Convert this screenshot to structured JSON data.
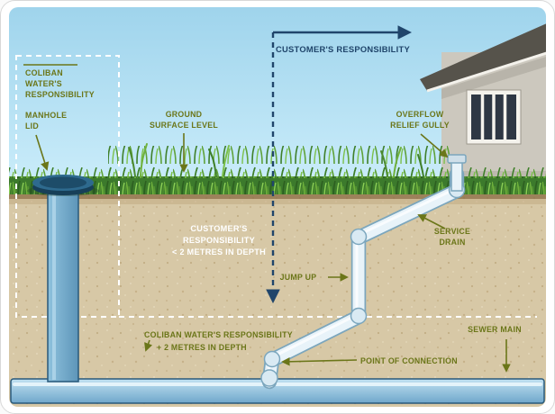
{
  "palette": {
    "sky": "#b5e1f3",
    "grass": "#3c7a2c",
    "soil": "#d7c8a6",
    "pipe_blue": "#7fb3d4",
    "pipe_light": "#e8f3f9",
    "label_olive": "#6b7619",
    "label_navy": "#20456b",
    "boundary_dash": "#ffffff"
  },
  "diagram": {
    "labels": {
      "coliban_top": {
        "lines": [
          "COLIBAN",
          "WATER'S",
          "RESPONSIBILITY"
        ]
      },
      "manhole_lid": {
        "lines": [
          "MANHOLE",
          "LID"
        ]
      },
      "ground_surface": {
        "lines": [
          "GROUND",
          "SURFACE LEVEL"
        ]
      },
      "customer_top": {
        "text": "CUSTOMER'S RESPONSIBILITY"
      },
      "overflow_gully": {
        "lines": [
          "OVERFLOW",
          "RELIEF GULLY"
        ]
      },
      "customer_mid": {
        "lines": [
          "CUSTOMER'S",
          "RESPONSIBILITY",
          "< 2 METRES IN DEPTH"
        ]
      },
      "jump_up": {
        "text": "JUMP UP"
      },
      "service_drain": {
        "lines": [
          "SERVICE",
          "DRAIN"
        ]
      },
      "coliban_bottom": {
        "lines": [
          "COLIBAN WATER'S RESPONSIBILITY",
          "+ 2 METRES IN DEPTH"
        ]
      },
      "sewer_main": {
        "text": "SEWER MAIN"
      },
      "point_of_connection": {
        "text": "POINT OF CONNECTION"
      }
    }
  }
}
